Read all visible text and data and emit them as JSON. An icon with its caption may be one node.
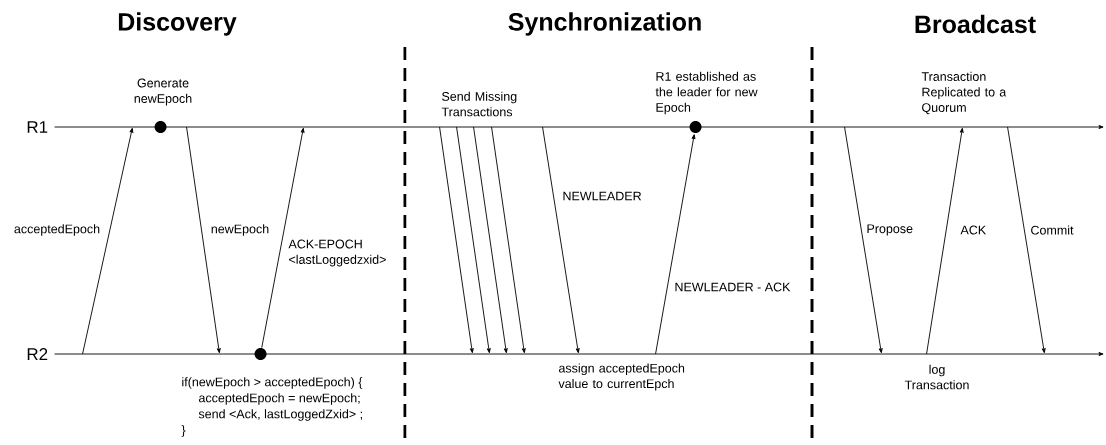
{
  "diagram": {
    "nodes": [
      {
        "text": [
          "R1"
        ]
      },
      {
        "text": [
          "R2"
        ]
      },
      {
        "text": [],
        "shape": "circle",
        "in": 0,
        "beside": [
          "Generate newEpoch"
        ]
      },
      {
        "text": [],
        "shape": "circle",
        "in": 1,
        "beside": [
          "if(newEpoch > acceptedEpoch) {",
          "acceptedEpoch = newEpoch;",
          "send <Ack, lastLoggedZxid> ;",
          "}"
        ]
      },
      {
        "text": [],
        "shape": "circle",
        "in": 0,
        "beside": [
          "R1 established as the leader for new Epoch"
        ]
      }
    ],
    "edges": [
      {
        "from": 1,
        "to": 0,
        "arrow": "to",
        "label": "acceptedEpoch"
      },
      {
        "from": 0,
        "to": 1,
        "arrow": "to",
        "label": "newEpoch"
      },
      {
        "from": 3,
        "to": 0,
        "arrow": "to",
        "label": "ACK-EPOCH <lastLoggedzxid>"
      },
      {
        "from": 0,
        "to": 1,
        "arrow": "to"
      },
      {
        "from": 0,
        "to": 1,
        "arrow": "to"
      },
      {
        "from": 0,
        "to": 1,
        "arrow": "to"
      },
      {
        "from": 0,
        "to": 1,
        "arrow": "to"
      },
      {
        "from": 0,
        "to": 1,
        "arrow": "to",
        "label": "NEWLEADER"
      },
      {
        "from": 1,
        "to": 4,
        "arrow": "to",
        "label": "NEWLEADER - ACK"
      },
      {
        "from": 0,
        "to": 1,
        "arrow": "to",
        "label": "Propose"
      },
      {
        "from": 1,
        "to": 0,
        "arrow": "to",
        "label": "ACK"
      },
      {
        "from": 0,
        "to": 1,
        "arrow": "to",
        "label": "Commit"
      }
    ],
    "labels": [
      "Discovery",
      "Synchronization",
      "Broadcast",
      "Send Missing Transactions",
      "Transaction Replicated to a Quorum",
      "assign acceptedEpoch value to currentEpch",
      "log Transaction"
    ]
  }
}
